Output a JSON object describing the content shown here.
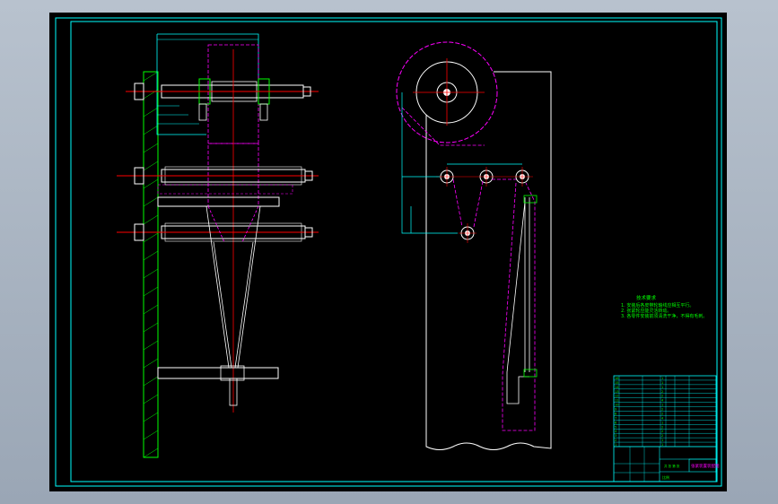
{
  "drawing": {
    "viewport_bg": "#a9b4c2",
    "paper_color": "#000000",
    "frame_color": "#00ffff",
    "line_white": "#ffffff",
    "line_green": "#00ff00",
    "line_red": "#ff0000",
    "line_magenta": "#ff00ff",
    "line_cyan": "#00ffff"
  },
  "notes": {
    "heading": "技术要求",
    "lines": [
      "1. 安装后各皮带轮轴线应相互平行。",
      "2. 张紧轮应能灵活转动。",
      "3. 各零件安装前须清洗干净，不得有毛刺。"
    ]
  },
  "title_block": {
    "name": "张紧装置装配图",
    "scale_label": "比例",
    "sheet_label": "共 张 第 张",
    "rows": [
      [
        "16",
        "",
        "",
        "1",
        "",
        "",
        ""
      ],
      [
        "15",
        "",
        "",
        "1",
        "",
        "",
        ""
      ],
      [
        "14",
        "",
        "",
        "1",
        "",
        "",
        ""
      ],
      [
        "13",
        "",
        "",
        "2",
        "",
        "",
        ""
      ],
      [
        "12",
        "",
        "",
        "2",
        "",
        "",
        ""
      ],
      [
        "11",
        "",
        "",
        "4",
        "",
        "",
        ""
      ],
      [
        "10",
        "",
        "",
        "1",
        "",
        "",
        ""
      ],
      [
        "9",
        "",
        "",
        "2",
        "",
        "",
        ""
      ],
      [
        "8",
        "",
        "",
        "2",
        "",
        "",
        ""
      ],
      [
        "7",
        "",
        "",
        "4",
        "",
        "",
        ""
      ],
      [
        "6",
        "",
        "",
        "1",
        "",
        "",
        ""
      ],
      [
        "5",
        "",
        "",
        "2",
        "",
        "",
        ""
      ],
      [
        "4",
        "",
        "",
        "2",
        "",
        "",
        ""
      ],
      [
        "3",
        "",
        "",
        "2",
        "",
        "",
        ""
      ],
      [
        "2",
        "",
        "",
        "1",
        "",
        "",
        ""
      ],
      [
        "1",
        "",
        "",
        "1",
        "",
        "",
        ""
      ]
    ]
  }
}
